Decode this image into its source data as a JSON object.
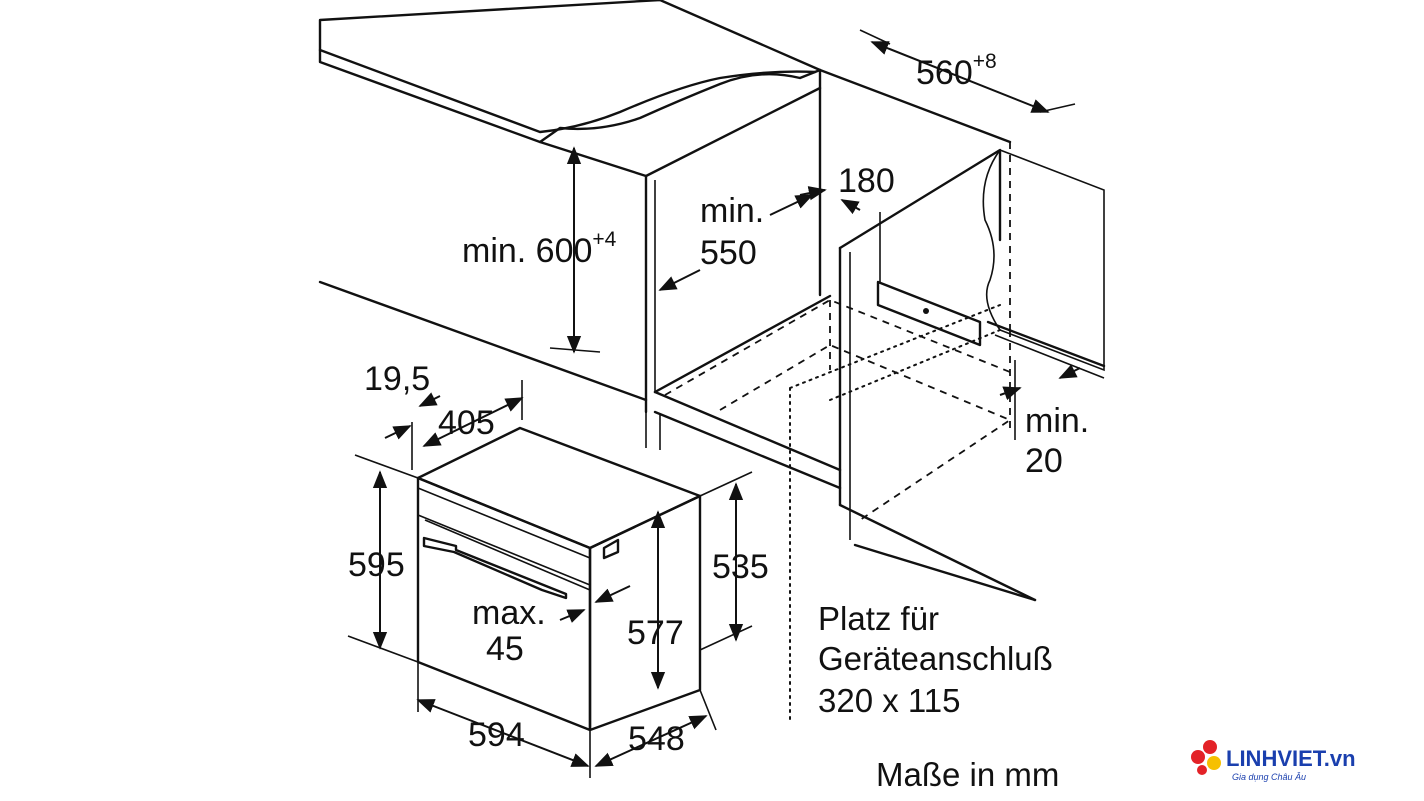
{
  "diagram": {
    "dimensions": {
      "cabinet_width": {
        "value": "560",
        "tolerance": "+8"
      },
      "cabinet_height": {
        "value": "min. 600",
        "tolerance": "+4"
      },
      "cabinet_depth_min": [
        "min.",
        "550"
      ],
      "rear_gap": "180",
      "back_gap_min": [
        "min.",
        "20"
      ],
      "front_offset": "19,5",
      "top_depth": "405",
      "height": "595",
      "depth_side": "535",
      "inner_height": "577",
      "handle_max": [
        "max.",
        "45"
      ],
      "width": "594",
      "depth": "548"
    },
    "connection_note": [
      "Platz für",
      "Geräteanschluß",
      "320 x 115"
    ],
    "units_note": "Maße in mm"
  },
  "logo": {
    "name": "LINHVIET.vn",
    "tagline": "Gia dụng Châu Âu",
    "colors": {
      "primary": "#1a3fae",
      "red": "#e32227",
      "yellow": "#f6c000"
    }
  }
}
